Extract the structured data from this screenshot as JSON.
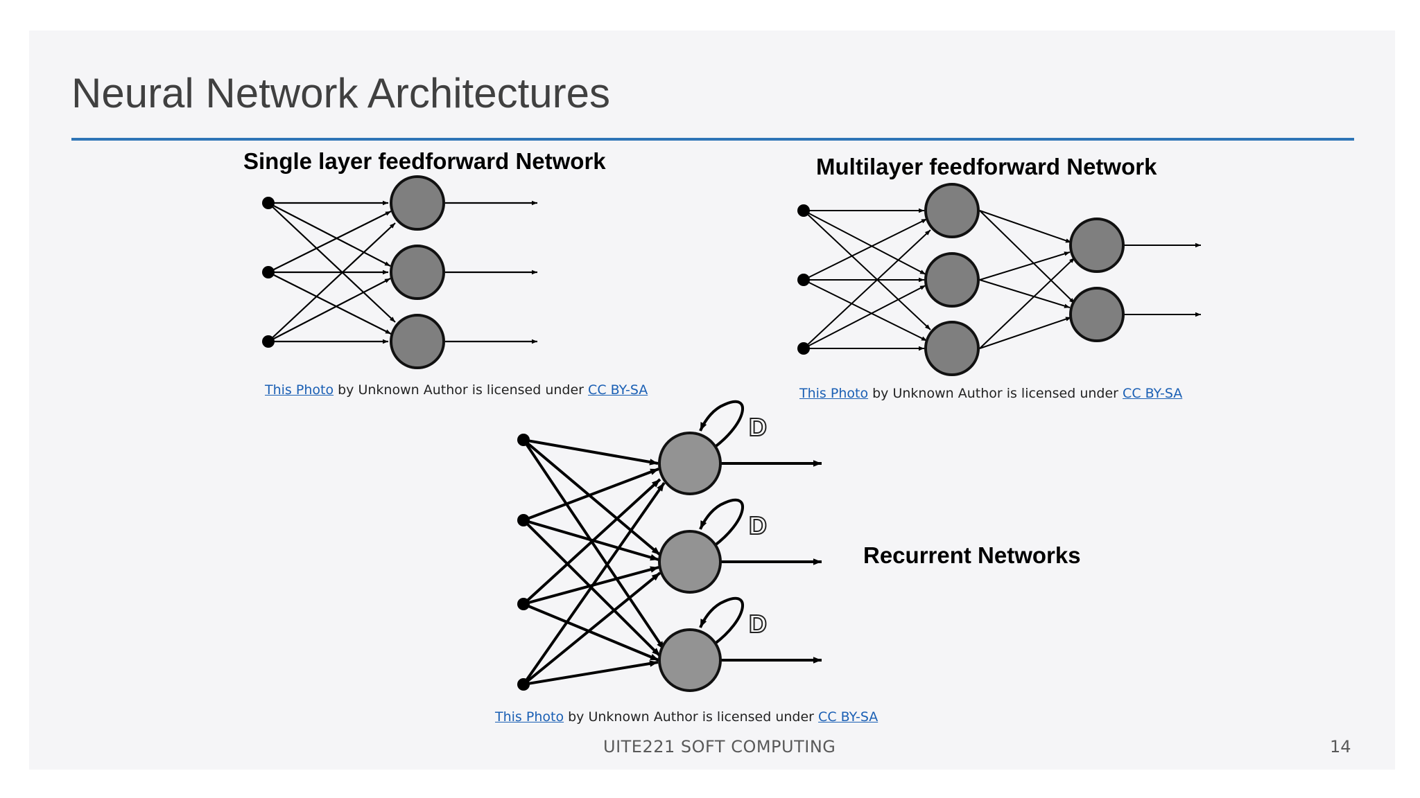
{
  "slide": {
    "title": "Neural Network Architectures",
    "footer": "UITE221 SOFT COMPUTING",
    "page_number": "14"
  },
  "diagrams": {
    "single": {
      "title": "Single layer feedforward Network"
    },
    "multi": {
      "title": "Multilayer feedforward Network"
    },
    "recurrent": {
      "title": "Recurrent Networks",
      "delay_label": "D"
    }
  },
  "credit": {
    "link_text": "This Photo",
    "middle_text": " by Unknown Author is licensed under ",
    "license_text": "CC BY-SA"
  },
  "colors": {
    "accent_rule": "#2e75b6",
    "node_fill": "#7f7f7f",
    "node_fill_recurrent": "#939393",
    "link": "#1a5fb4"
  }
}
